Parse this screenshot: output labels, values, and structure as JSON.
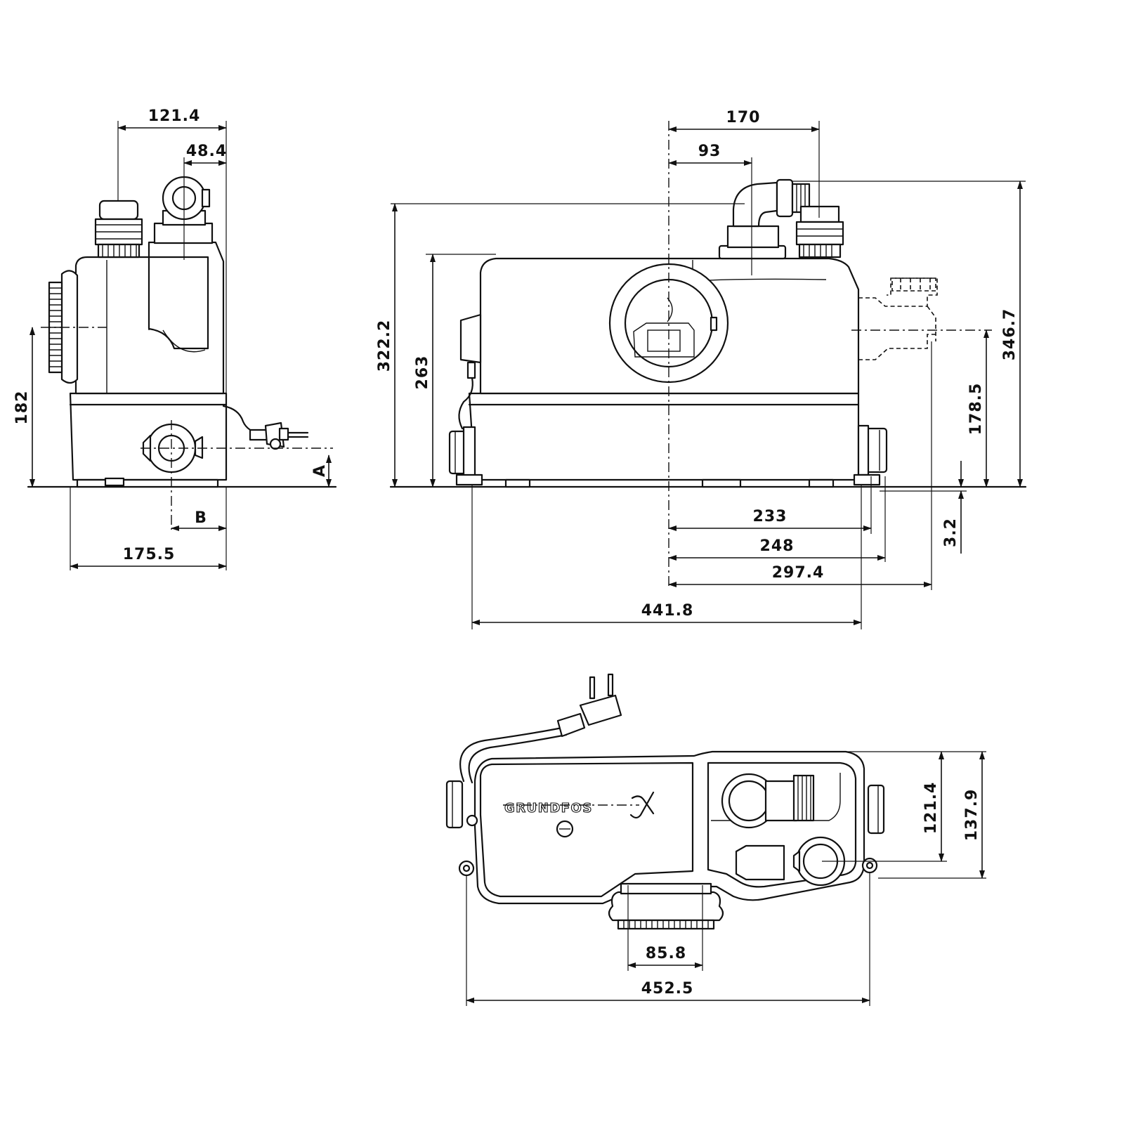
{
  "drawing": {
    "side_view": {
      "top_width": "121.4",
      "outlet_offset": "48.4",
      "inlet_height": "182",
      "label_a": "A",
      "label_b": "B",
      "base_width": "175.5"
    },
    "front_view": {
      "top_170": "170",
      "top_93": "93",
      "height_total": "322.2",
      "height_body": "263",
      "height_outlet": "346.7",
      "height_side_inlet": "178.5",
      "base_gap": "3.2",
      "width_233": "233",
      "width_248": "248",
      "width_297": "297.4",
      "width_441": "441.8"
    },
    "top_view": {
      "brand": "GRUNDFOS",
      "depth_121": "121.4",
      "depth_137": "137.9",
      "bellows_width": "85.8",
      "total_width": "452.5"
    }
  }
}
